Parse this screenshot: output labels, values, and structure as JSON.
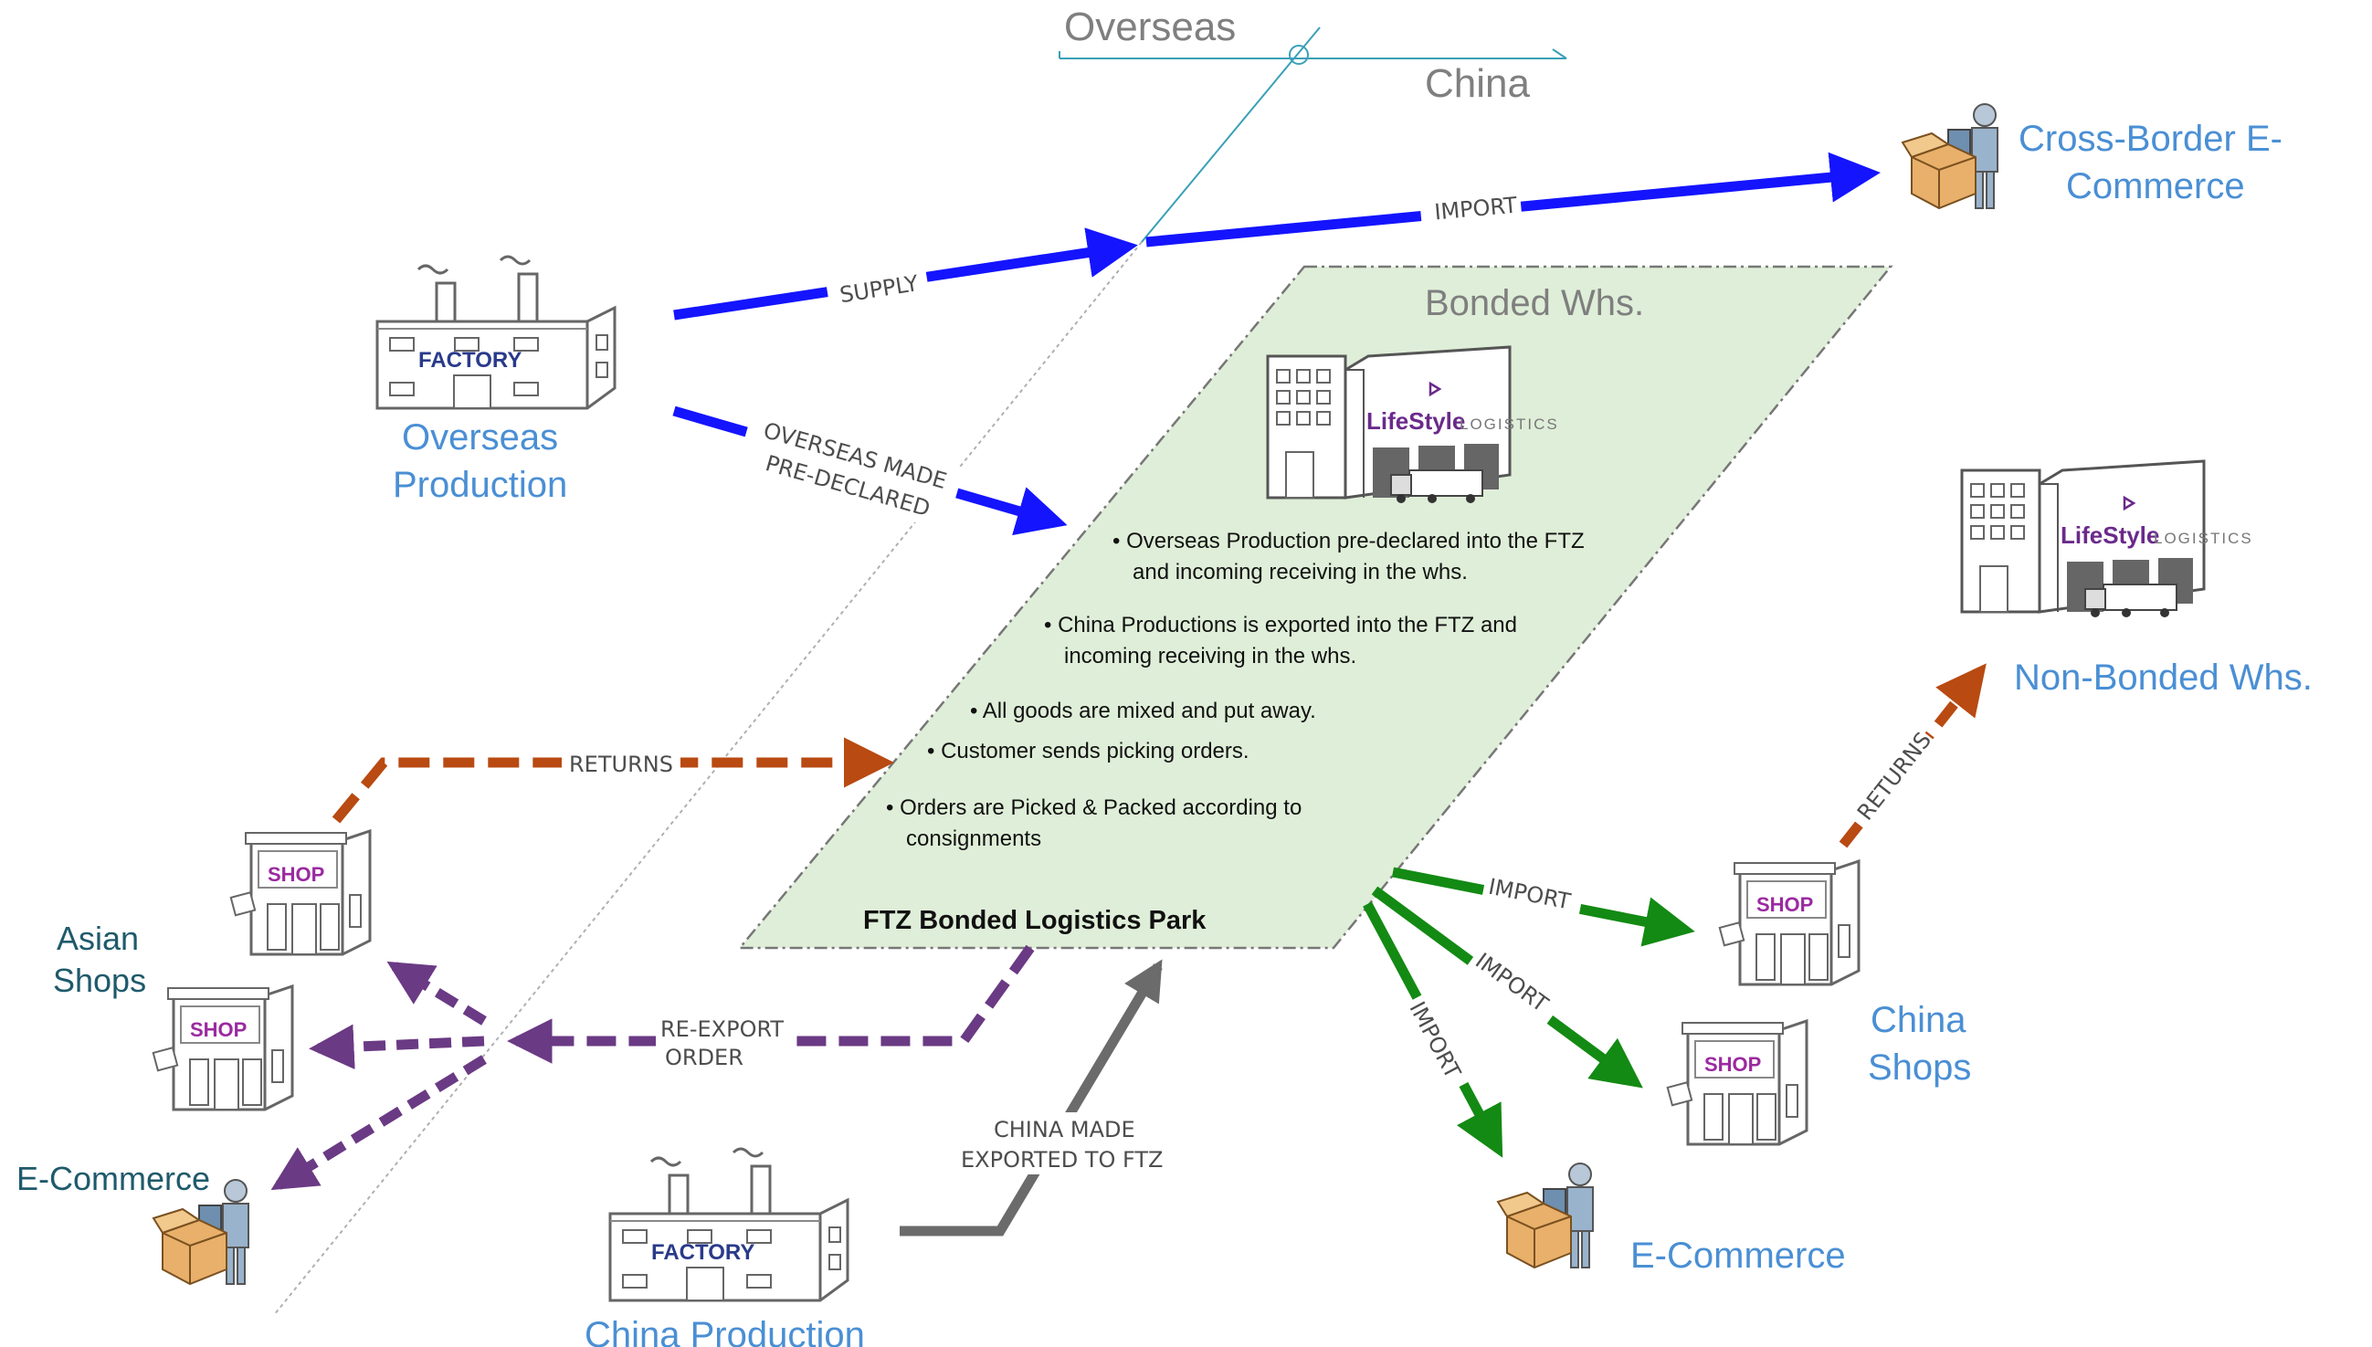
{
  "border": {
    "overseas": "Overseas",
    "china": "China"
  },
  "nodes": {
    "overseas_production": {
      "line1": "Overseas",
      "line2": "Production"
    },
    "china_production": "China Production",
    "cross_border": {
      "line1": "Cross-Border E-",
      "line2": "Commerce"
    },
    "non_bonded": "Non-Bonded Whs.",
    "china_shops": {
      "line1": "China",
      "line2": "Shops"
    },
    "ecommerce_right": "E-Commerce",
    "asian_shops": {
      "line1": "Asian",
      "line2": "Shops"
    },
    "ecommerce_left": "E-Commerce"
  },
  "icons": {
    "factory_sign": "FACTORY",
    "shop_sign": "SHOP",
    "warehouse_brand": {
      "strong": "LifeStyle",
      "light": "LOGISTICS"
    }
  },
  "ftz": {
    "title": "Bonded Whs.",
    "park_name": "FTZ Bonded Logistics Park",
    "bullets": [
      {
        "l1": "• Overseas Production pre-declared into the FTZ",
        "l2": "and incoming receiving in the whs."
      },
      {
        "l1": "• China Productions is exported into the FTZ and",
        "l2": "incoming receiving in the whs."
      },
      {
        "l1": "• All goods are mixed and put away.",
        "l2": ""
      },
      {
        "l1": "• Customer sends picking orders.",
        "l2": ""
      },
      {
        "l1": "• Orders are Picked & Packed according to",
        "l2": "consignments"
      }
    ]
  },
  "flows": {
    "supply": "SUPPLY",
    "import_top": "IMPORT",
    "pre_declared": {
      "l1": "OVERSEAS MADE",
      "l2": "PRE-DECLARED"
    },
    "returns_left": "RETURNS",
    "reexport": {
      "l1": "RE-EXPORT",
      "l2": "ORDER"
    },
    "china_made": {
      "l1": "CHINA MADE",
      "l2": "EXPORTED TO FTZ"
    },
    "import_1": "IMPORT",
    "import_2": "IMPORT",
    "import_3": "IMPORT",
    "returns_right": "RETURNS"
  },
  "colors": {
    "blue": "#1414ff",
    "rust": "#b84a12",
    "purple": "#6a3a84",
    "green": "#138a13",
    "gray_arrow": "#6b6b6b",
    "ftz_fill": "#dfeed8",
    "label_blue": "#4a8fd4",
    "label_teal": "#1f5a6b"
  }
}
